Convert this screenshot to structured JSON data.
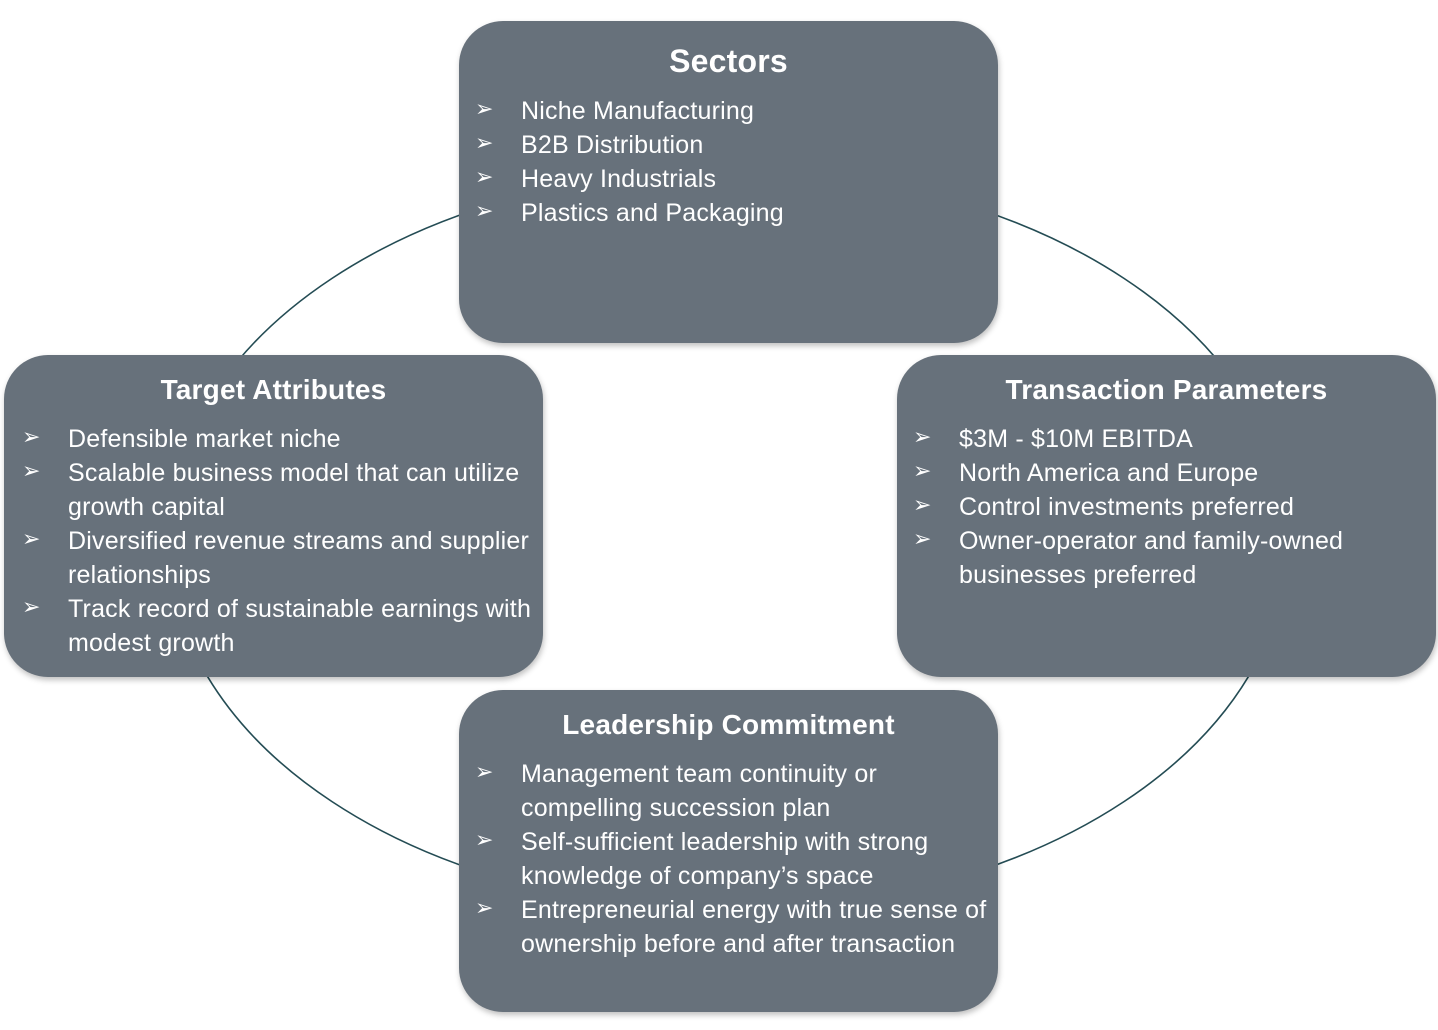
{
  "diagram": {
    "connector_color": "#244c54",
    "box_color": "#67717b",
    "bullet_glyph": "➢",
    "sectors": {
      "title": "Sectors",
      "items": [
        "Niche Manufacturing",
        "B2B Distribution",
        "Heavy Industrials",
        "Plastics and Packaging"
      ]
    },
    "target_attributes": {
      "title": "Target Attributes",
      "items": [
        "Defensible market niche",
        "Scalable business model that can utilize growth capital",
        "Diversified revenue streams and supplier relationships",
        "Track record of sustainable earnings with modest growth"
      ]
    },
    "transaction_parameters": {
      "title": "Transaction Parameters",
      "items": [
        "$3M - $10M EBITDA",
        "North America and Europe",
        "Control investments preferred",
        "Owner-operator and family-owned businesses preferred"
      ]
    },
    "leadership_commitment": {
      "title": "Leadership Commitment",
      "items": [
        "Management team continuity or compelling succession plan",
        "Self-sufficient leadership with strong knowledge of company’s space",
        "Entrepreneurial energy with true sense of ownership before and after transaction"
      ]
    }
  }
}
